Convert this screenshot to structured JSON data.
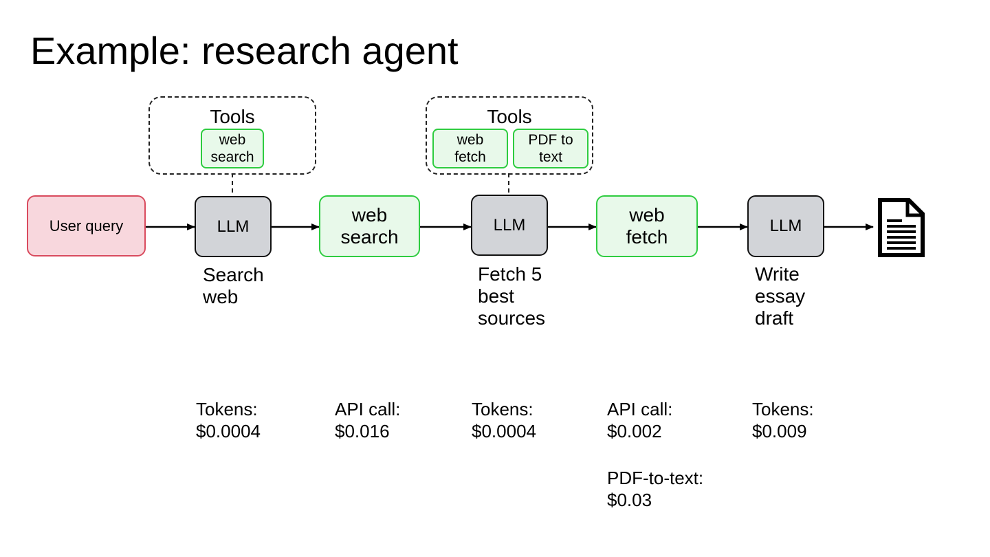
{
  "title": "Example: research agent",
  "tool_groups": [
    {
      "title": "Tools",
      "tools": [
        "web\nsearch"
      ]
    },
    {
      "title": "Tools",
      "tools": [
        "web\nfetch",
        "PDF to\ntext"
      ]
    }
  ],
  "nodes": {
    "user_query": "User query",
    "llm_1": "LLM",
    "web_search": "web\nsearch",
    "llm_2": "LLM",
    "web_fetch": "web\nfetch",
    "llm_3": "LLM"
  },
  "captions": {
    "llm_1": "Search\nweb",
    "llm_2": "Fetch 5\nbest\nsources",
    "llm_3": "Write\nessay\ndraft"
  },
  "costs": {
    "llm_1": "Tokens:\n$0.0004",
    "web_search": "API call:\n$0.016",
    "llm_2": "Tokens:\n$0.0004",
    "web_fetch": "API call:\n$0.002",
    "pdf_to_text": "PDF-to-text:\n$0.03",
    "llm_3": "Tokens:\n$0.009"
  },
  "icons": {
    "output": "document-icon"
  },
  "colors": {
    "query_border": "#d94b5e",
    "query_fill": "#f8d7dd",
    "llm_fill": "#d2d4d8",
    "tool_border": "#2ecc40",
    "tool_fill": "#e8f9ea"
  }
}
